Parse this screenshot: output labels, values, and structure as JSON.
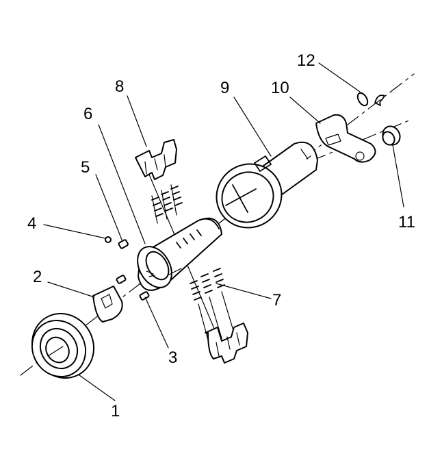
{
  "diagram": {
    "callouts": {
      "c1": "1",
      "c2": "2",
      "c3": "3",
      "c4": "4",
      "c5": "5",
      "c6": "6",
      "c7": "7",
      "c8": "8",
      "c9": "9",
      "c10": "10",
      "c11": "11",
      "c12": "12"
    }
  },
  "colors": {
    "line": "#000000",
    "background": "#ffffff"
  }
}
